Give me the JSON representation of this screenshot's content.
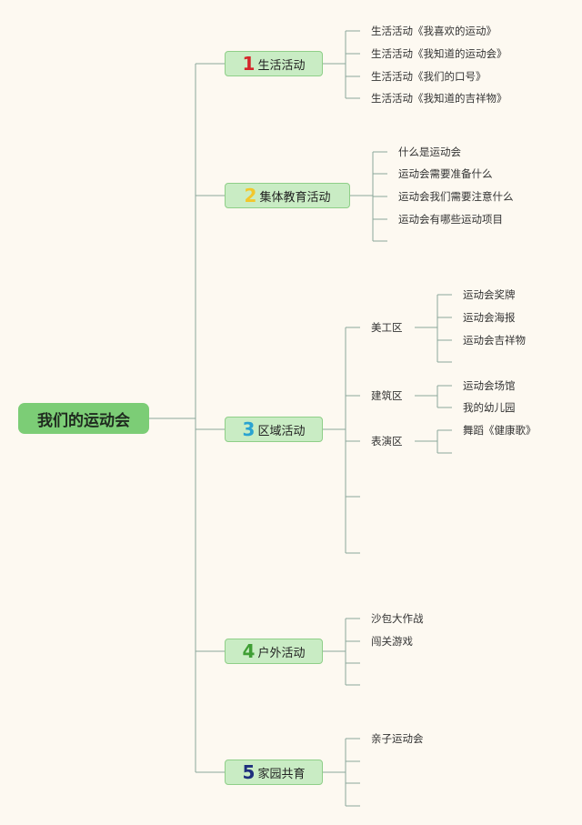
{
  "root": {
    "label": "我们的运动会"
  },
  "branches": [
    {
      "number": "1",
      "label": "生活活动",
      "color": "#d4262b",
      "items": [
        "生活活动《我喜欢的运动》",
        "生活活动《我知道的运动会》",
        "生活活动《我们的口号》",
        "生活活动《我知道的吉祥物》"
      ]
    },
    {
      "number": "2",
      "label": "集体教育活动",
      "color": "#f2c72c",
      "items": [
        "什么是运动会",
        "运动会需要准备什么",
        "运动会我们需要注意什么",
        "运动会有哪些运动项目"
      ]
    },
    {
      "number": "3",
      "label": "区域活动",
      "color": "#2aa3d1",
      "groups": [
        {
          "label": "美工区",
          "items": [
            "运动会奖牌",
            "运动会海报",
            "运动会吉祥物"
          ]
        },
        {
          "label": "建筑区",
          "items": [
            "运动会场馆",
            "我的幼儿园"
          ]
        },
        {
          "label": "表演区",
          "items": [
            "舞蹈《健康歌》"
          ]
        }
      ]
    },
    {
      "number": "4",
      "label": "户外活动",
      "color": "#3f9e34",
      "items": [
        "沙包大作战",
        "闯关游戏"
      ]
    },
    {
      "number": "5",
      "label": "家园共育",
      "color": "#1e2f7d",
      "items": [
        "亲子运动会"
      ]
    }
  ],
  "colors": {
    "line": "#8aa89a",
    "branch_fill": "#c9ecc4",
    "root_fill": "#7ccd76",
    "background": "#fdf9f1"
  }
}
